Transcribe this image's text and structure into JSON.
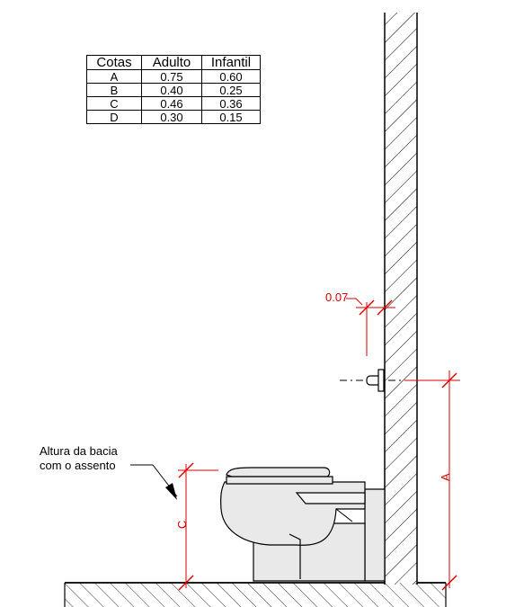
{
  "table": {
    "headers": [
      "Cotas",
      "Adulto",
      "Infantil"
    ],
    "rows": [
      [
        "A",
        "0.75",
        "0.60"
      ],
      [
        "B",
        "0.40",
        "0.25"
      ],
      [
        "C",
        "0.46",
        "0.36"
      ],
      [
        "D",
        "0.30",
        "0.15"
      ]
    ]
  },
  "note": {
    "line1": "Altura da bacia",
    "line2": "com o assento"
  },
  "labels": {
    "offset": "0.07",
    "dim_a": "A",
    "dim_c": "C"
  },
  "colors": {
    "dimension": "#d40000",
    "fixture_fill": "#e9e9e9",
    "outline": "#000000"
  }
}
